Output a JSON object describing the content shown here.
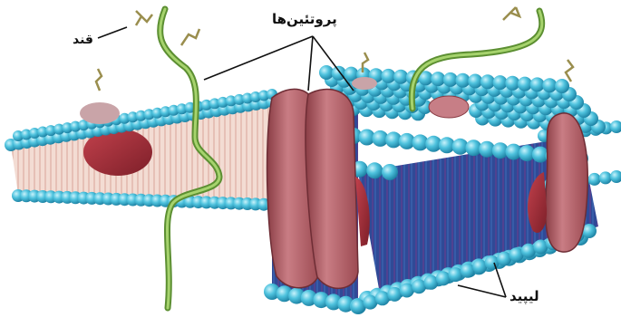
{
  "labels": {
    "sugar": "قند",
    "proteins": "پروتئین‌ها",
    "lipid": "لیپید"
  },
  "colors": {
    "lipid_head": "#4fc3de",
    "lipid_head_dark": "#1f8fb0",
    "protein": "#b5666e",
    "protein_dark": "#8a3d45",
    "sugar_chain": "#7fb24a",
    "tails": "#f1d7cf",
    "interior": "#2e4b9c"
  },
  "icons": [
    "membrane-diagram"
  ]
}
